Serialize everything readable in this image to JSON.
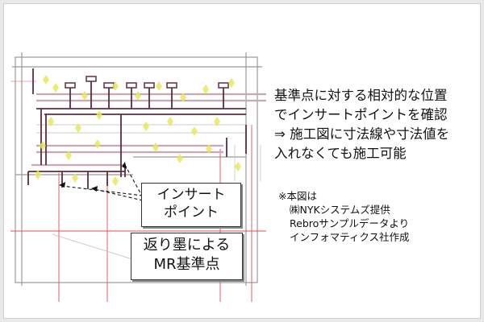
{
  "callouts": {
    "insert_point": [
      "インサート",
      "ポイント"
    ],
    "mr_point": [
      "返り墨による",
      "MR基準点"
    ]
  },
  "description": [
    "基準点に対する相対的な位置",
    "でインサートポイントを確認",
    "⇒ 施工図に寸法線や寸法値を",
    "入れなくても施工可能"
  ],
  "note": [
    "※本図は",
    "㈱NYKシステムズ提供",
    "Rebroサンプルデータより",
    "インフォマティクス社作成"
  ],
  "colors": {
    "pipe_dark": "#5a2e3c",
    "pipe_light": "#c9a7b5",
    "insert_marker": "#e8e85a",
    "grid_red": "#e05050",
    "frame_gray": "#9a9a9a"
  }
}
